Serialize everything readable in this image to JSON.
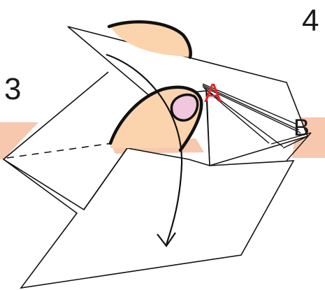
{
  "step_left": "3",
  "step_right": "4",
  "point_a": "A",
  "point_b": "B",
  "colors": {
    "line": "#111111",
    "band": "#f7c7ae",
    "skin": "#fbd3ad",
    "nail": "#f2c6dc",
    "label_a": "#e8252b",
    "label_b": "#1a1a1a"
  }
}
